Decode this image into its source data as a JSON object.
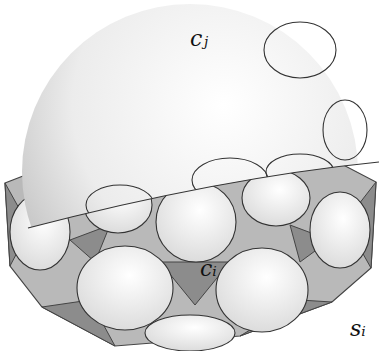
{
  "diagram": {
    "labels": [
      "cⱼ",
      "cᵢ",
      "sᵢ"
    ]
  }
}
